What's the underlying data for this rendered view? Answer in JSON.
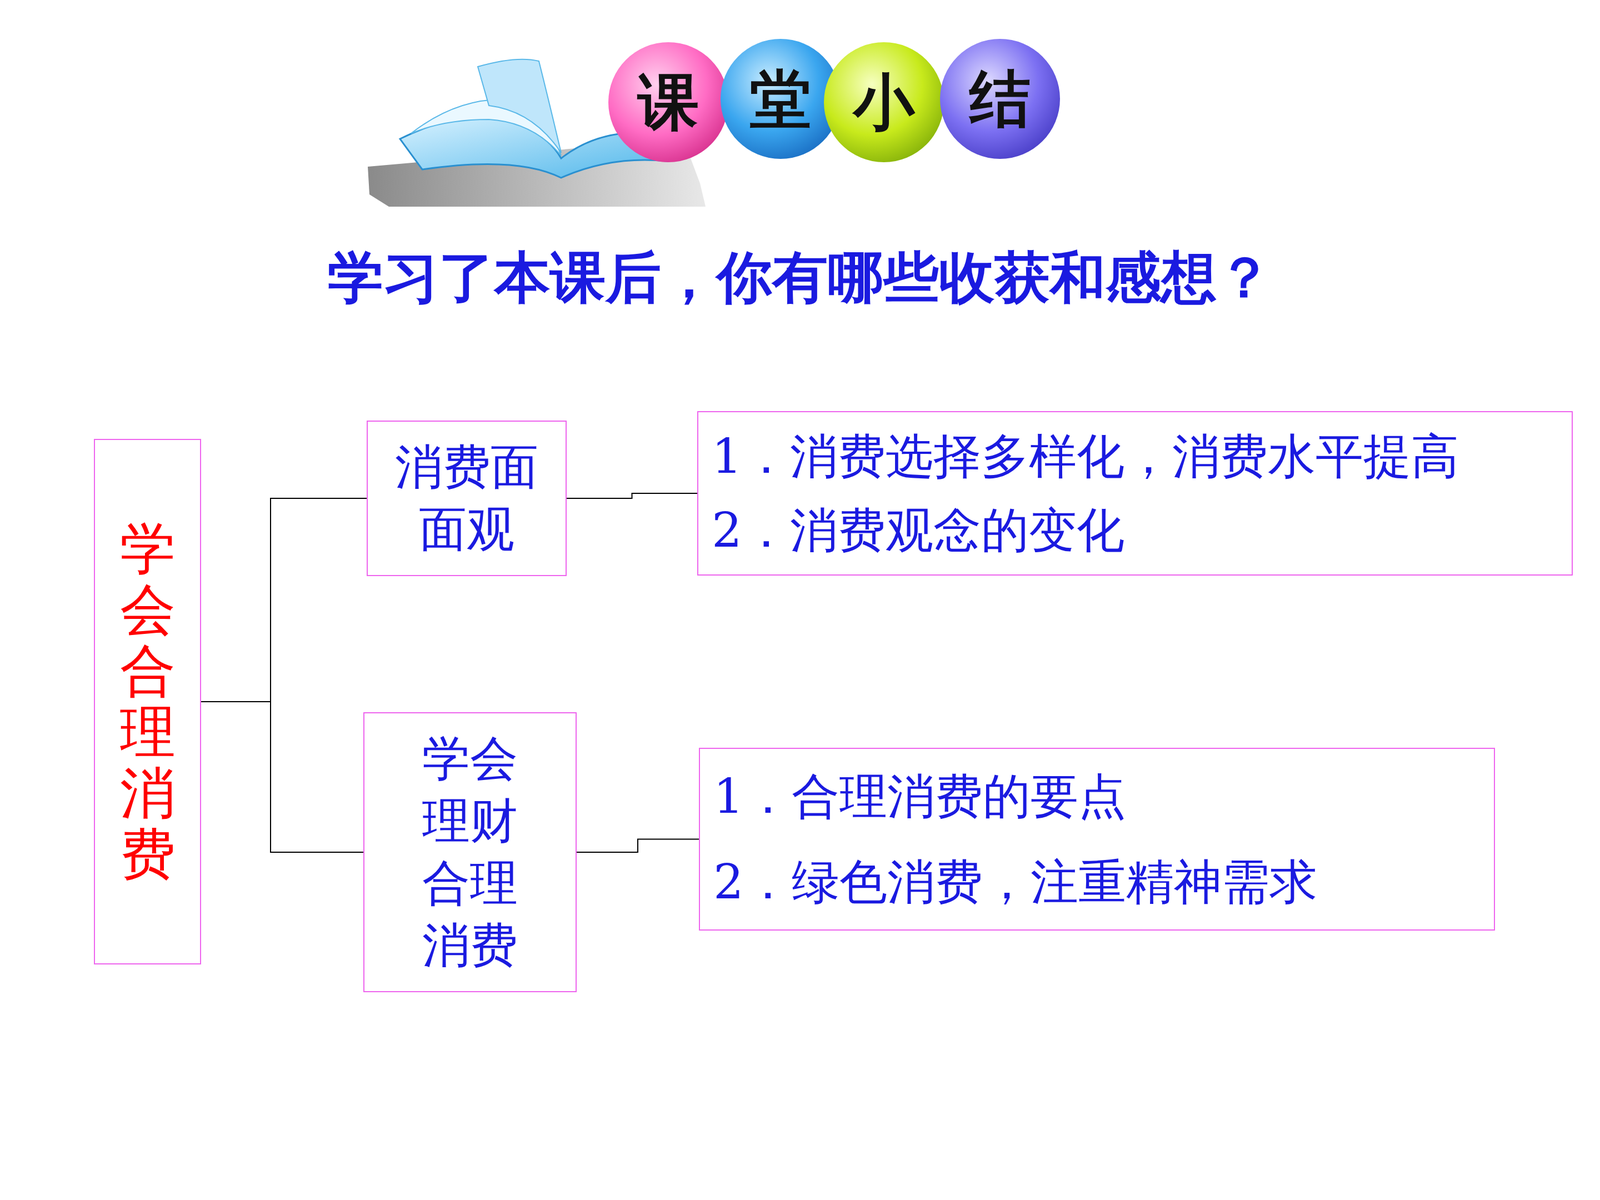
{
  "diagram": {
    "title": "学习了本课后，你有哪些收获和感想？",
    "nodes": [
      {
        "text": [
          "课"
        ]
      },
      {
        "text": [
          "堂"
        ]
      },
      {
        "text": [
          "小"
        ]
      },
      {
        "text": [
          "结"
        ]
      },
      {
        "text": [
          "学会合理消费"
        ]
      },
      {
        "text": [
          "消费面 面观"
        ]
      },
      {
        "text": [
          "1．消费选择多样化，消费水平提高",
          "2．消费观念的变化"
        ]
      },
      {
        "text": [
          "学会 理财 合理 消费"
        ]
      },
      {
        "text": [
          "1．合理消费的要点",
          "2．绿色消费，注重精神需求"
        ]
      }
    ],
    "edges": [
      {
        "from": 4,
        "to": 5,
        "arrow": "none"
      },
      {
        "from": 4,
        "to": 7,
        "arrow": "none"
      },
      {
        "from": 5,
        "to": 6,
        "arrow": "none"
      },
      {
        "from": 7,
        "to": 8,
        "arrow": "none"
      }
    ]
  }
}
